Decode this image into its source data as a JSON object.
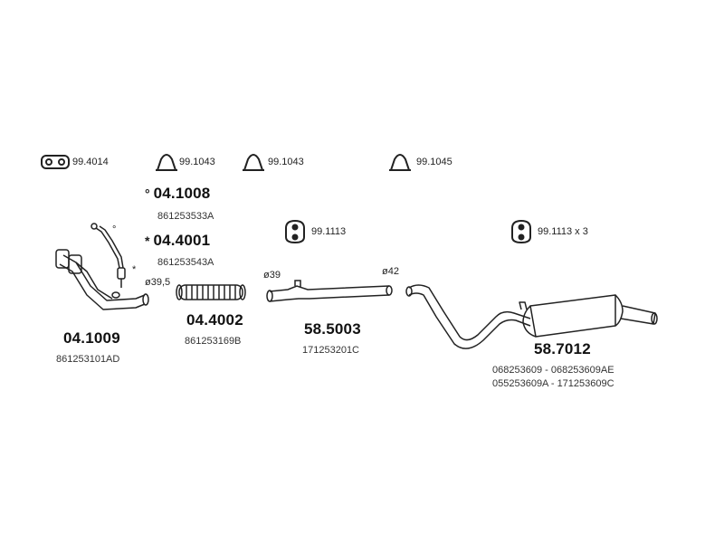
{
  "hardware": [
    {
      "code": "99.4014",
      "icon": "flange-gasket-icon"
    },
    {
      "code": "99.1043",
      "icon": "u-clamp-icon"
    },
    {
      "code": "99.1043",
      "icon": "u-clamp-icon"
    },
    {
      "code": "99.1045",
      "icon": "u-clamp-icon"
    },
    {
      "code": "99.1113",
      "icon": "rubber-hanger-icon"
    },
    {
      "code": "99.1113 x 3",
      "icon": "rubber-hanger-icon"
    }
  ],
  "parts": {
    "front_pipe": {
      "number": "04.1009",
      "oem": "861253101AD",
      "diameter": "ø39,5"
    },
    "part_04_1008": {
      "marker": "°",
      "number": "04.1008",
      "oem": "861253533A"
    },
    "part_04_4001": {
      "marker": "*",
      "number": "04.4001",
      "oem": "861253543A"
    },
    "flex_pipe": {
      "number": "04.4002",
      "oem": "861253169B"
    },
    "middle_pipe": {
      "number": "58.5003",
      "oem": "171253201C",
      "diameter_in": "ø39",
      "diameter_out": "ø42"
    },
    "rear_silencer": {
      "number": "58.7012",
      "oem": [
        "068253609 - 068253609AE",
        "055253609A - 171253609C"
      ]
    }
  },
  "callouts": {
    "circle": "°",
    "star": "*"
  }
}
